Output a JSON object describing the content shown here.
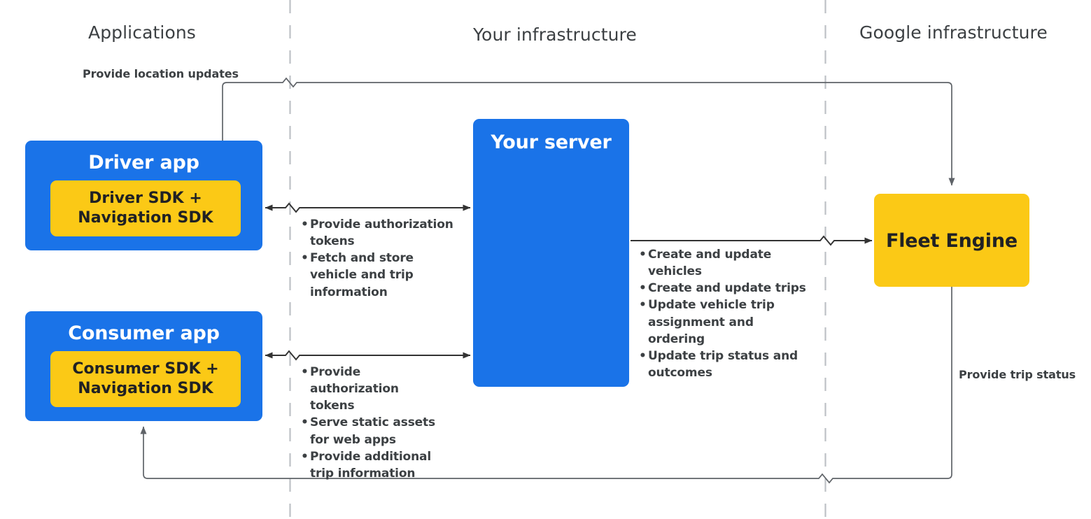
{
  "columns": [
    {
      "id": "applications",
      "label": "Applications"
    },
    {
      "id": "your-infrastructure",
      "label": "Your infrastructure"
    },
    {
      "id": "google-infrastructure",
      "label": "Google infrastructure"
    }
  ],
  "nodes": {
    "driver_app": {
      "title": "Driver app",
      "sdk_label": "Driver SDK +\nNavigation SDK",
      "sdk_line1": "Driver SDK +",
      "sdk_line2": "Navigation SDK"
    },
    "consumer_app": {
      "title": "Consumer app",
      "sdk_label": "Consumer SDK +\nNavigation SDK",
      "sdk_line1": "Consumer SDK +",
      "sdk_line2": "Navigation SDK"
    },
    "your_server": {
      "title": "Your server"
    },
    "fleet_engine": {
      "title": "Fleet Engine"
    }
  },
  "edges": {
    "location_updates": {
      "label": "Provide location updates"
    },
    "trip_status": {
      "label": "Provide trip status"
    },
    "driver_to_server": {
      "bullets": [
        "Provide authorization tokens",
        "Fetch and store vehicle and trip information"
      ]
    },
    "consumer_to_server": {
      "bullets": [
        "Provide authorization tokens",
        "Serve static assets for web apps",
        "Provide additional trip information"
      ]
    },
    "server_to_fleet_engine": {
      "bullets": [
        "Create and update vehicles",
        "Create and update trips",
        "Update vehicle trip assignment and ordering",
        "Update trip status and outcomes"
      ]
    }
  },
  "colors": {
    "app_blue": "#1a73e8",
    "sdk_yellow": "#fbc916",
    "text_dark": "#3c4043",
    "header_gray": "#3c4043",
    "line_gray": "#5f6368",
    "divider_gray": "#bdc1c6"
  }
}
